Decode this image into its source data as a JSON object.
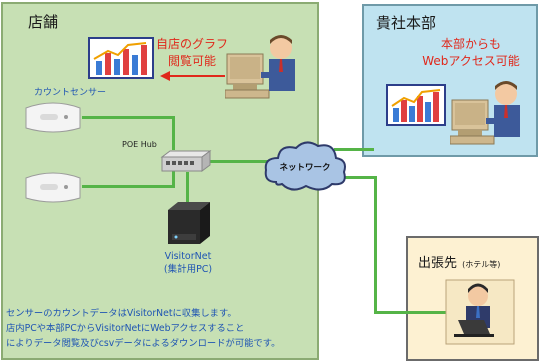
{
  "store": {
    "title": "店舗",
    "graph_caption_line1": "自店のグラフ",
    "graph_caption_line2": "閲覧可能",
    "sensor_label": "カウントセンサー",
    "hub_label": "POE Hub",
    "visitornet_line1": "VisitorNet",
    "visitornet_line2": "(集計用PC)",
    "description": [
      "センサーのカウントデータはVisitorNetに収集します。",
      "店内PCや本部PCからVisitorNetにWebアクセスすること",
      "によりデータ閲覧及びcsvデータによるダウンロードが可能です。"
    ]
  },
  "hq": {
    "title": "貴社本部",
    "caption_line1": "本部からも",
    "caption_line2": "Webアクセス可能"
  },
  "network": {
    "label": "ネットワーク"
  },
  "trip": {
    "title": "出張先",
    "subtitle": "(ホテル等)"
  },
  "colors": {
    "store_bg": "#c7e0b4",
    "hq_bg": "#bfe3f0",
    "trip_bg": "#fdf1d2",
    "line": "#55b447",
    "accent_red": "#e0281b",
    "accent_blue": "#1f55b3"
  }
}
